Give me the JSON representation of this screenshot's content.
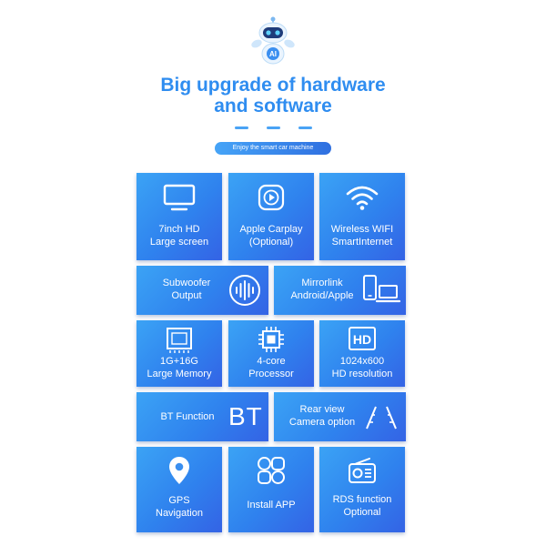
{
  "header": {
    "title_line1": "Big upgrade of hardware",
    "title_line2": "and software",
    "mascot_badge": "AI",
    "tagline": "Enjoy the smart car machine"
  },
  "features": {
    "screen": {
      "line1": "7inch HD",
      "line2": "Large screen",
      "icon": "monitor-icon"
    },
    "carplay": {
      "line1": "Apple Carplay",
      "line2": "(Optional)",
      "icon": "carplay-icon"
    },
    "wifi": {
      "line1": "Wireless WIFI",
      "line2": "SmartInternet",
      "icon": "wifi-icon"
    },
    "subwoofer": {
      "line1": "Subwoofer",
      "line2": "Output",
      "icon": "sound-wave-icon"
    },
    "mirrorlink": {
      "line1": "Mirrorlink",
      "line2": "Android/Apple",
      "icon": "phone-laptop-icon"
    },
    "memory": {
      "line1": "1G+16G",
      "line2": "Large Memory",
      "icon": "memory-chip-icon"
    },
    "processor": {
      "line1": "4-core",
      "line2": "Processor",
      "icon": "cpu-icon"
    },
    "resolution": {
      "line1": "1024x600",
      "line2": "HD resolution",
      "icon": "hd-icon",
      "badge": "HD"
    },
    "bt": {
      "line1": "BT Function",
      "big": "BT"
    },
    "camera": {
      "line1": "Rear view",
      "line2": "Camera option",
      "icon": "parking-lines-icon"
    },
    "gps": {
      "line1": "GPS",
      "line2": "Navigation",
      "icon": "location-pin-icon"
    },
    "apps": {
      "line1": "Install APP",
      "icon": "app-grid-icon"
    },
    "rds": {
      "line1": "RDS function",
      "line2": "Optional",
      "icon": "radio-icon"
    }
  },
  "colors": {
    "accent": "#2f8df0",
    "tile_start": "#3ba3f5",
    "tile_end": "#3463e5"
  }
}
